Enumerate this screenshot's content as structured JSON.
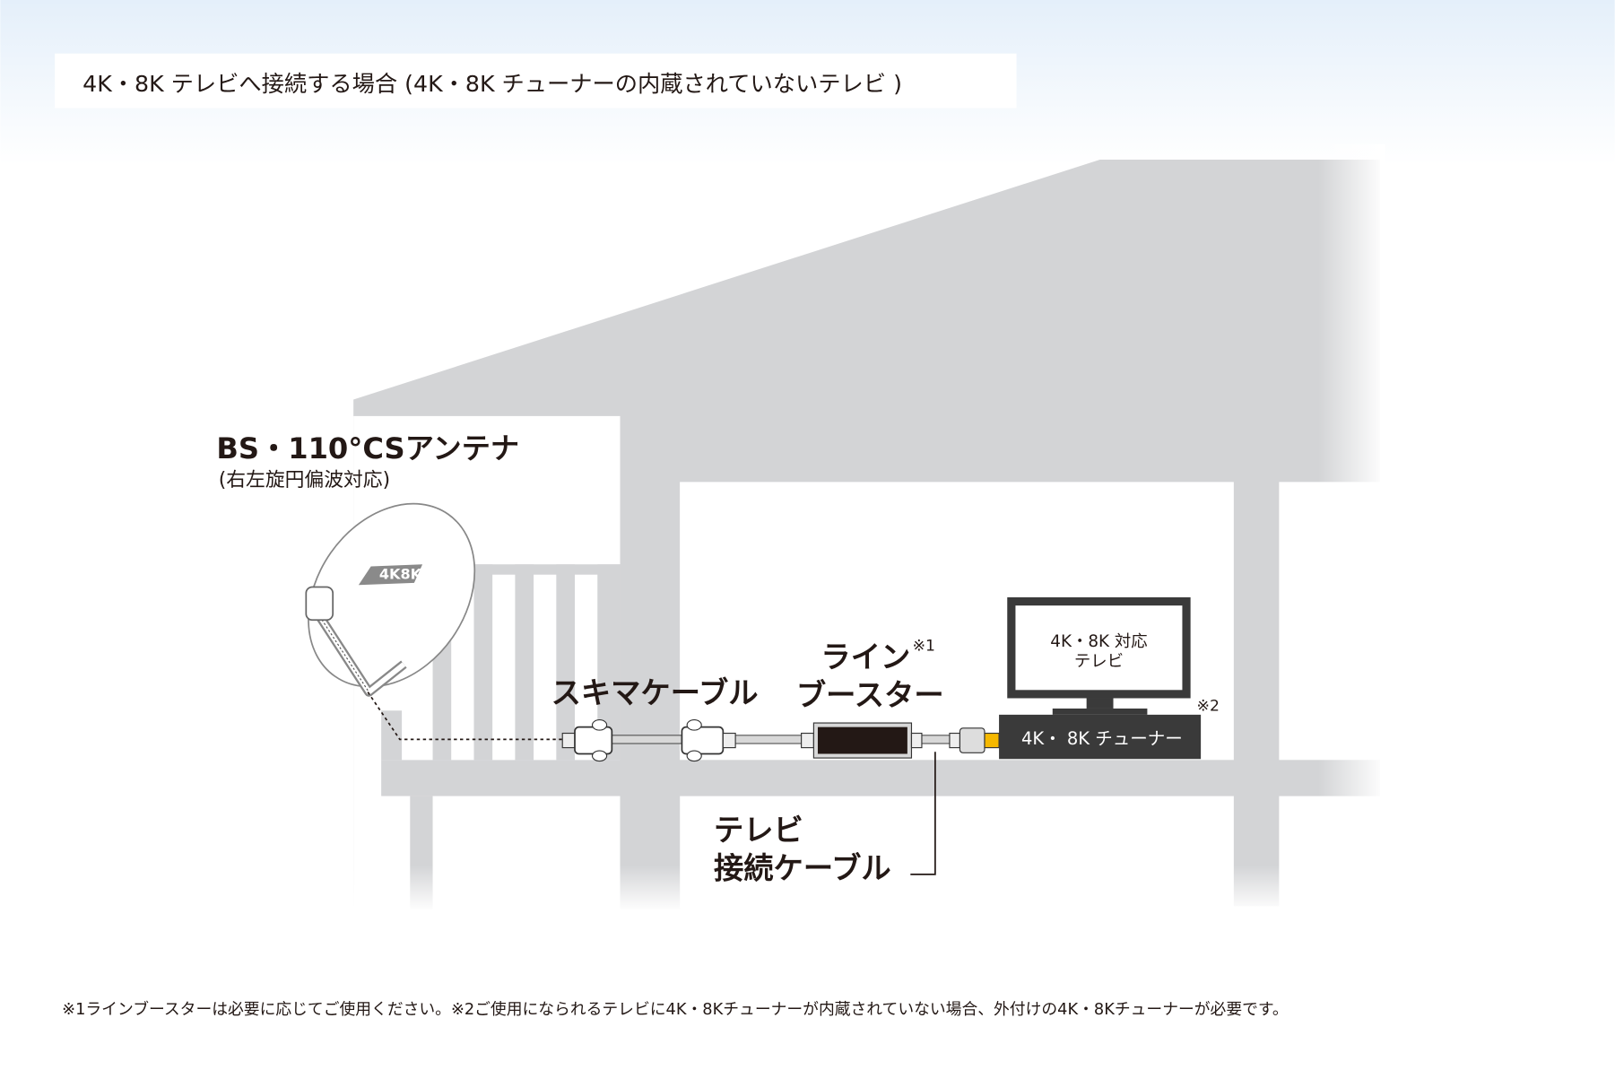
{
  "title": "4K・8K テレビへ接続する場合 (4K・8K チューナーの内蔵されていないテレビ )",
  "antenna": {
    "label": "BS・110°CSアンテナ",
    "sub": "(右左旋円偏波対応)",
    "logo": "4K8K"
  },
  "labels": {
    "sukima_cable": "スキマケーブル",
    "booster_line1": "ライン",
    "booster_line2": "ブースター",
    "note1_mark": "※1",
    "tv_cable_line1": "テレビ",
    "tv_cable_line2": "接続ケーブル",
    "tv_line1": "4K・8K 対応",
    "tv_line2": "テレビ",
    "tuner": "4K・ 8K チューナー",
    "note2_mark": "※2"
  },
  "footnote": "※1ラインブースターは必要に応じてご使用ください。※2ご使用になられるテレビに4K・8Kチューナーが内蔵されていない場合、外付けの4K・8Kチューナーが必要です。",
  "colors": {
    "house": "#d3d4d6",
    "device": "#3a3a3a",
    "booster": "#231815",
    "connector_yellow": "#f5b800",
    "sky": "#e4effa"
  }
}
